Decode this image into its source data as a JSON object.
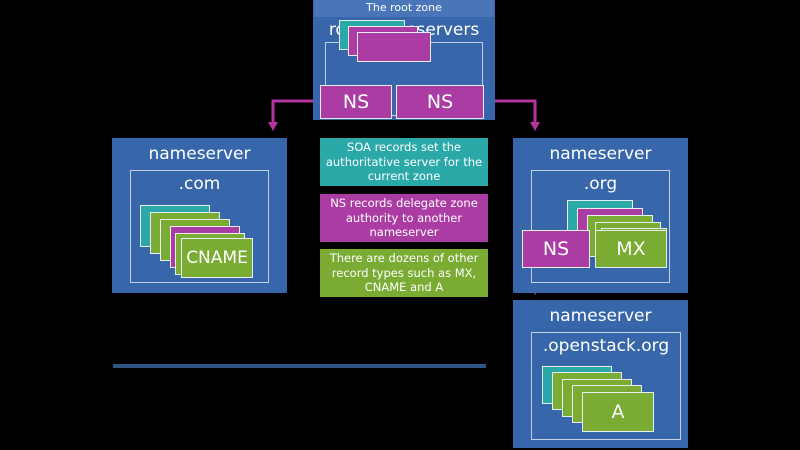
{
  "palette": {
    "background": "#000000",
    "zone_blue": "#3866ab",
    "root_strip_blue": "#4a75b8",
    "teal": "#2ba9a9",
    "magenta": "#ab3ca3",
    "green": "#7aab33",
    "card_border": "#e9eef5",
    "inner_border": "#c4cfe2",
    "arrow": "#b5339f",
    "divider": "#2e5484",
    "text": "#ffffff"
  },
  "root_zone": {
    "strip_label": "The root zone",
    "title": "root nameservers",
    "zone_name": ".",
    "stack": [
      {
        "type": "soa",
        "color": "teal",
        "label": ""
      },
      {
        "type": "ns",
        "color": "magenta",
        "label": ""
      },
      {
        "type": "ns",
        "color": "magenta",
        "label": ""
      }
    ],
    "front_cards": [
      {
        "label": "NS",
        "color": "magenta"
      },
      {
        "label": "NS",
        "color": "magenta"
      }
    ]
  },
  "zones": [
    {
      "id": "com",
      "title": "nameserver",
      "zone_name": ".com",
      "stack": [
        {
          "color": "teal",
          "label": ""
        },
        {
          "color": "green",
          "label": ""
        },
        {
          "color": "green",
          "label": ""
        },
        {
          "color": "magenta",
          "label": ""
        },
        {
          "color": "green",
          "label": ""
        }
      ],
      "front_cards": [
        {
          "label": "CNAME",
          "color": "green"
        }
      ]
    },
    {
      "id": "org",
      "title": "nameserver",
      "zone_name": ".org",
      "stack": [
        {
          "color": "teal",
          "label": ""
        },
        {
          "color": "magenta",
          "label": ""
        },
        {
          "color": "green",
          "label": ""
        },
        {
          "color": "green",
          "label": ""
        },
        {
          "color": "green",
          "label": ""
        }
      ],
      "front_cards": [
        {
          "label": "NS",
          "color": "magenta"
        },
        {
          "label": "MX",
          "color": "green"
        }
      ]
    },
    {
      "id": "openstack",
      "title": "nameserver",
      "zone_name": ".openstack.org",
      "stack": [
        {
          "color": "teal",
          "label": ""
        },
        {
          "color": "green",
          "label": ""
        },
        {
          "color": "green",
          "label": ""
        },
        {
          "color": "green",
          "label": ""
        }
      ],
      "front_cards": [
        {
          "label": "A",
          "color": "green"
        }
      ]
    }
  ],
  "legend": [
    {
      "id": "soa",
      "color": "teal",
      "text": "SOA records set the authoritative server for the current zone"
    },
    {
      "id": "ns",
      "color": "magenta",
      "text": "NS records delegate zone authority to another nameserver"
    },
    {
      "id": "other",
      "color": "green",
      "text": "There are dozens of other record types such as MX, CNAME and A"
    }
  ],
  "connectors": [
    {
      "id": "root-ns-left-to-com",
      "from": "root-ns-card-1",
      "to": "com-zone"
    },
    {
      "id": "root-ns-right-to-org",
      "from": "root-ns-card-2",
      "to": "org-zone"
    },
    {
      "id": "org-ns-to-openstack",
      "from": "org-ns-card",
      "to": "openstack-zone"
    }
  ]
}
